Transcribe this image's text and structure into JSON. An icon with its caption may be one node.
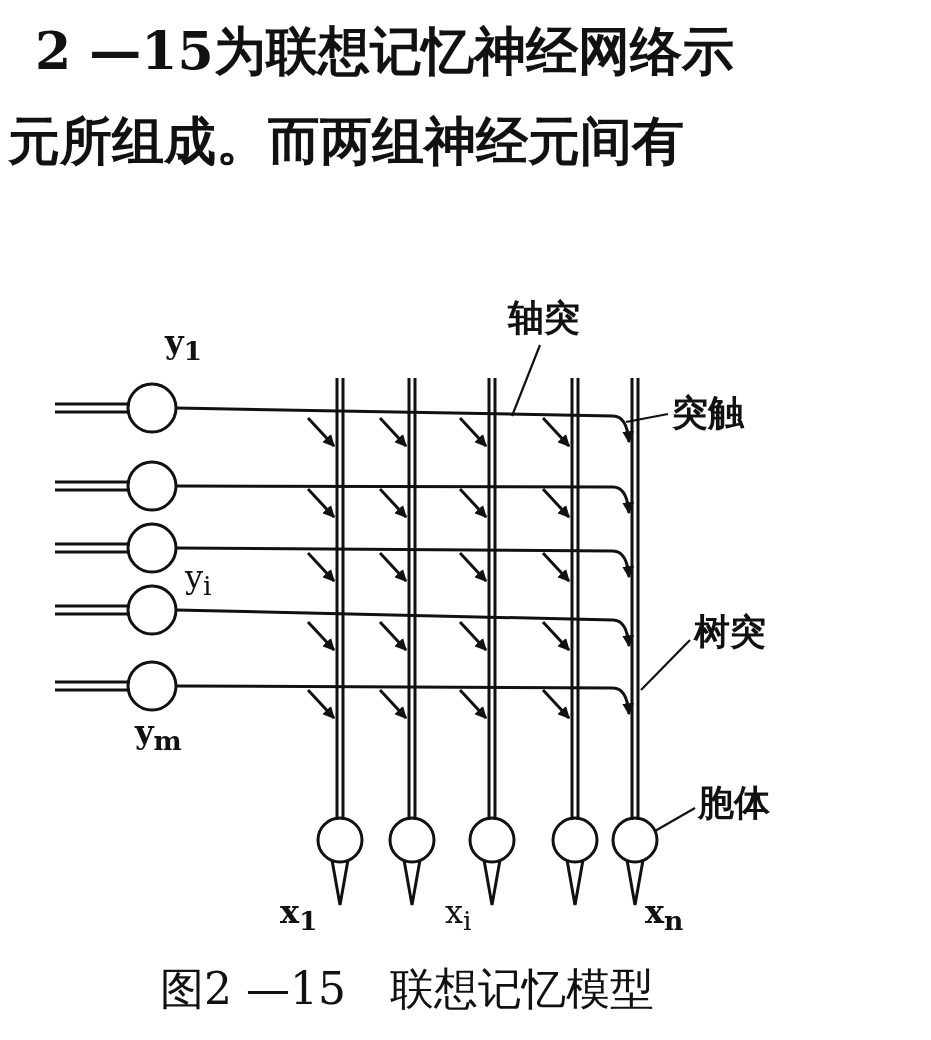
{
  "diagram": {
    "caption": "图2 —15　联想记忆模型",
    "nodes": [
      {
        "text": [
          "轴突"
        ]
      },
      {
        "text": [
          "突触"
        ]
      },
      {
        "text": [
          "树突"
        ]
      },
      {
        "text": [
          "胞体"
        ]
      }
    ],
    "edges": [
      {
        "from": 0,
        "to": null,
        "arrow": "none"
      },
      {
        "from": 1,
        "to": null,
        "arrow": "none"
      },
      {
        "from": 2,
        "to": null,
        "arrow": "none"
      },
      {
        "from": 3,
        "to": null,
        "arrow": "none"
      }
    ],
    "labels": [
      "2 —15为联想记忆神经网络示",
      "元所组成。而两组神经元间有",
      "y$_{1}$",
      "y$_{i}$",
      "y$_{m}$",
      "x$_{1}$",
      "x$_{i}$",
      "x$_{n}$"
    ]
  }
}
